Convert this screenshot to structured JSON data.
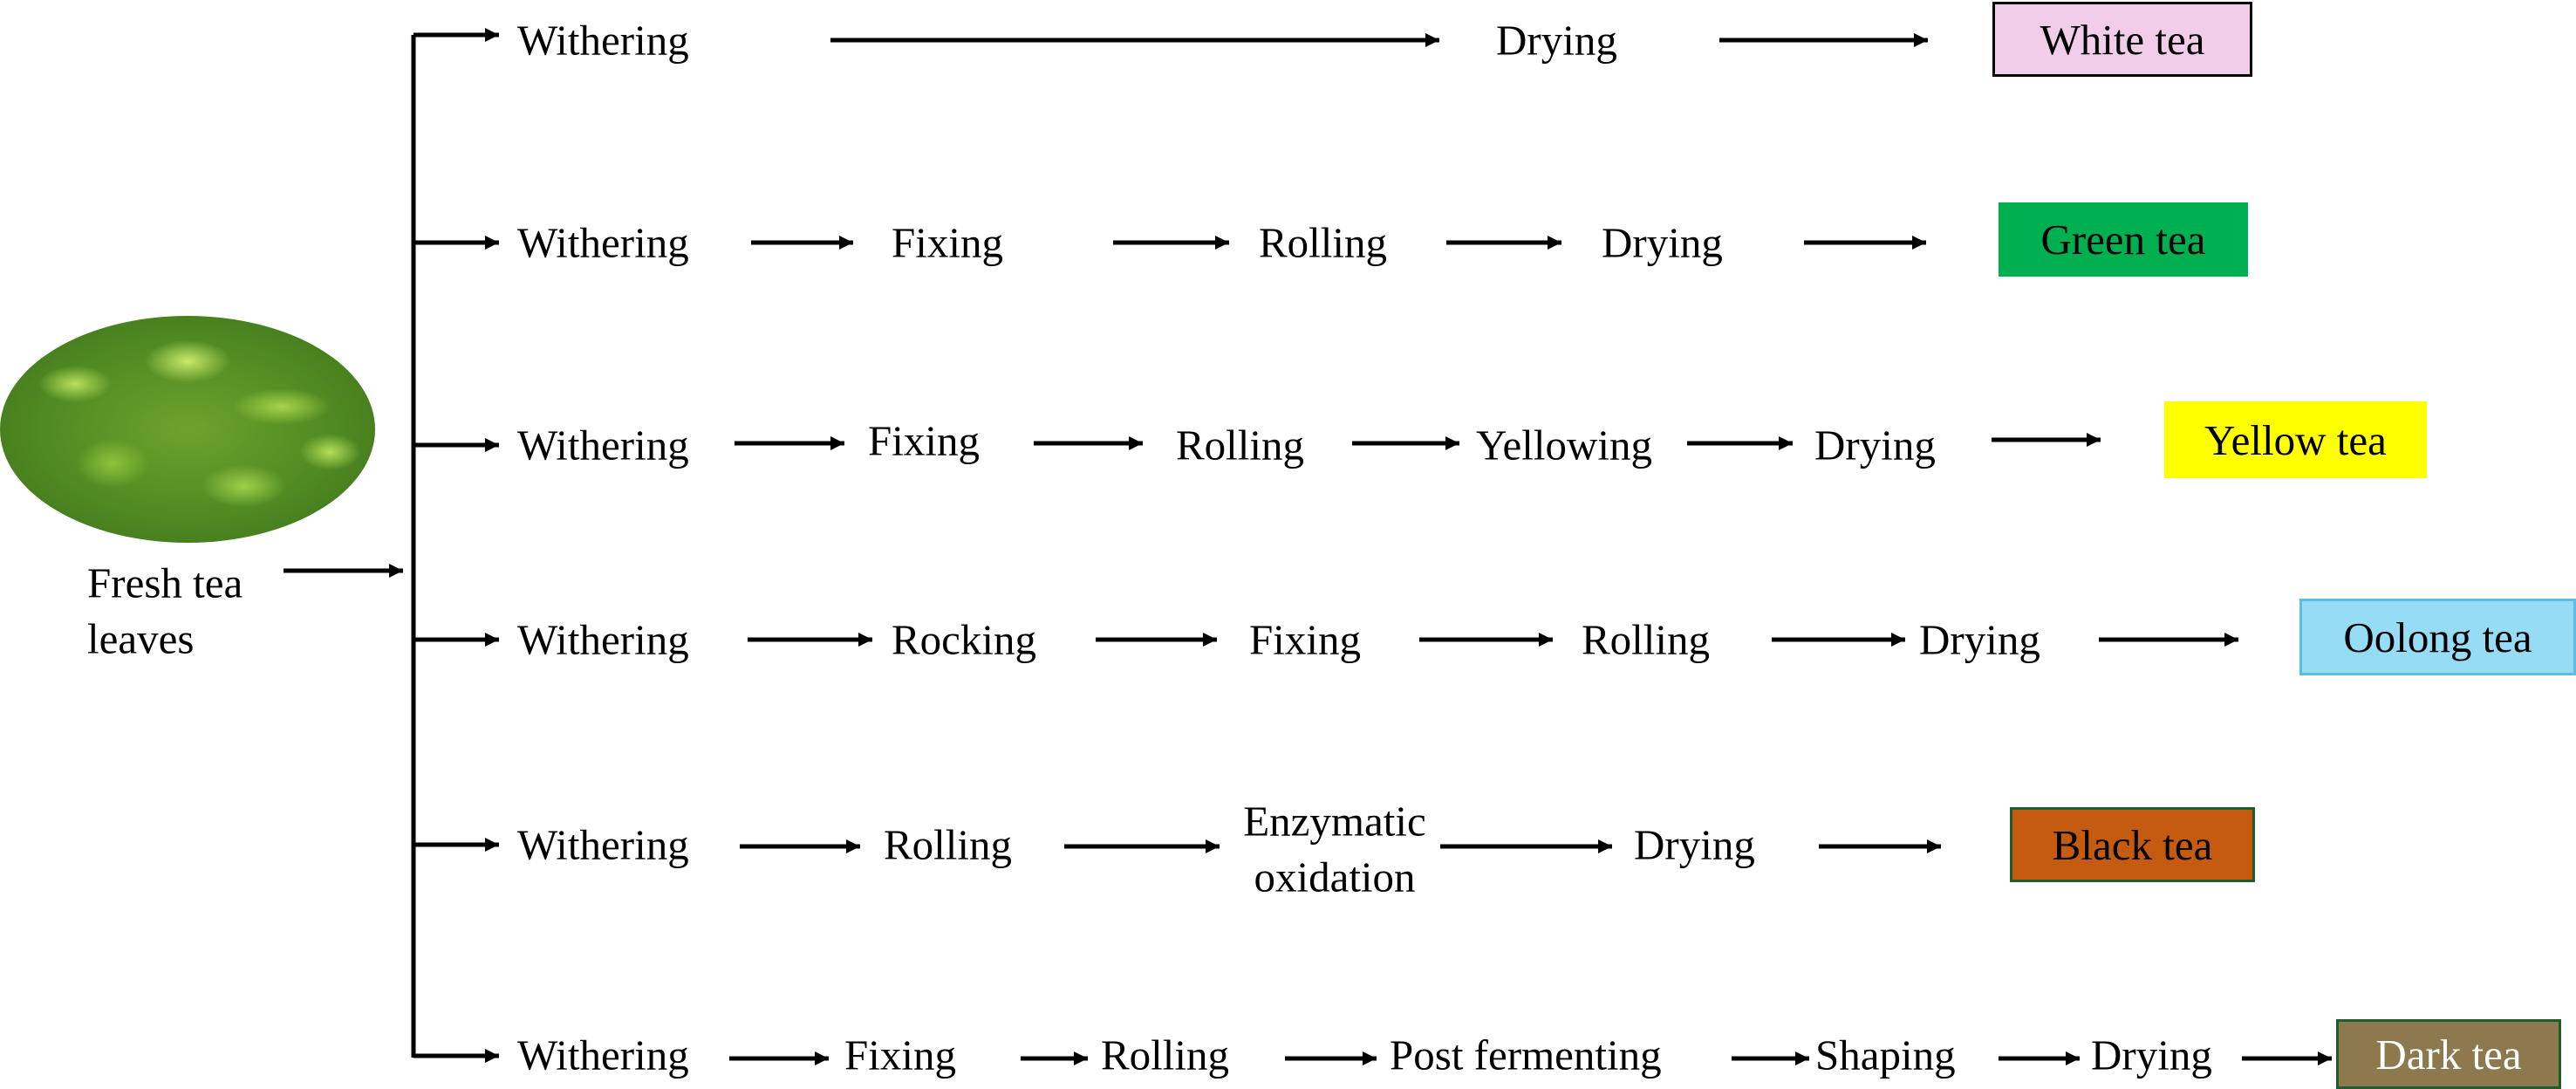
{
  "source": {
    "line1": "Fresh tea",
    "line2": "leaves"
  },
  "rows": [
    {
      "steps": [
        "Withering",
        "Drying"
      ],
      "product": "White tea",
      "fill": "#f2cdea",
      "border": "#000000",
      "text_color": "#000000"
    },
    {
      "steps": [
        "Withering",
        "Fixing",
        "Rolling",
        "Drying"
      ],
      "product": "Green tea",
      "fill": "#00b050",
      "border": "#00b050",
      "text_color": "#000000"
    },
    {
      "steps": [
        "Withering",
        "Fixing",
        "Rolling",
        "Yellowing",
        "Drying"
      ],
      "product": "Yellow tea",
      "fill": "#ffff00",
      "border": "#ffff00",
      "text_color": "#000000"
    },
    {
      "steps": [
        "Withering",
        "Rocking",
        "Fixing",
        "Rolling",
        "Drying"
      ],
      "product": "Oolong tea",
      "fill": "#97dcf5",
      "border": "#5fbce0",
      "text_color": "#000000"
    },
    {
      "steps": [
        "Withering",
        "Rolling",
        "Enzymatic oxidation",
        "Drying"
      ],
      "product": "Black tea",
      "fill": "#c55a11",
      "border": "#1e5c2e",
      "text_color": "#000000"
    },
    {
      "steps": [
        "Withering",
        "Fixing",
        "Rolling",
        "Post fermenting",
        "Shaping",
        "Drying"
      ],
      "product": "Dark tea",
      "fill": "#8c7a4e",
      "border": "#1e5c2e",
      "text_color": "#ffffff"
    }
  ]
}
